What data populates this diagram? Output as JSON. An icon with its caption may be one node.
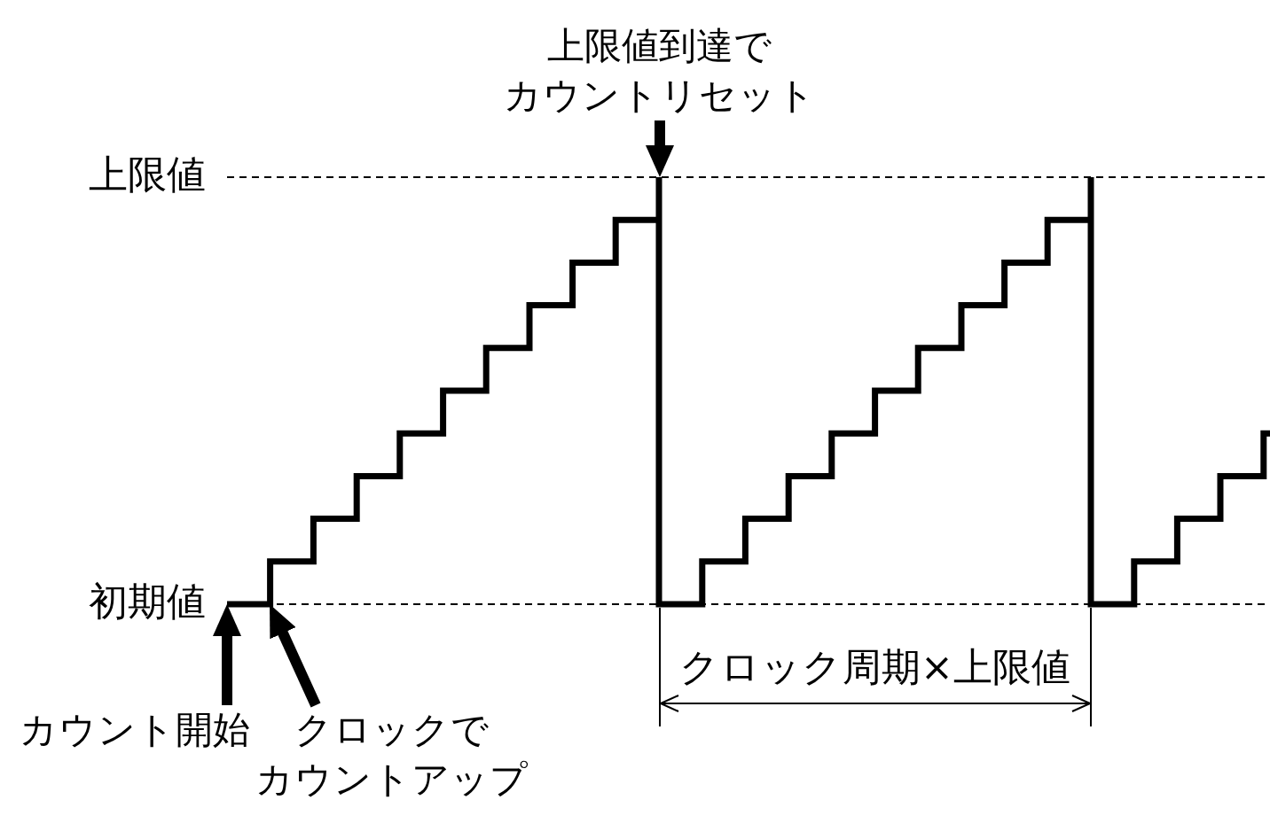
{
  "diagram": {
    "nodes": [
      {
        "text": [
          "上限値到達でカウントリセット"
        ]
      },
      {
        "text": [
          "カウント開始"
        ]
      },
      {
        "text": [
          "クロックでカウントアップ"
        ]
      },
      {
        "text": [],
        "shape": "waveform"
      }
    ],
    "edges": [
      {
        "from": 0,
        "to": 3,
        "arrow": "to"
      },
      {
        "from": 1,
        "to": 3,
        "arrow": "to"
      },
      {
        "from": 2,
        "to": 3,
        "arrow": "to"
      }
    ],
    "labels": [
      "上限値",
      "初期値",
      "クロック周期×上限値"
    ]
  }
}
